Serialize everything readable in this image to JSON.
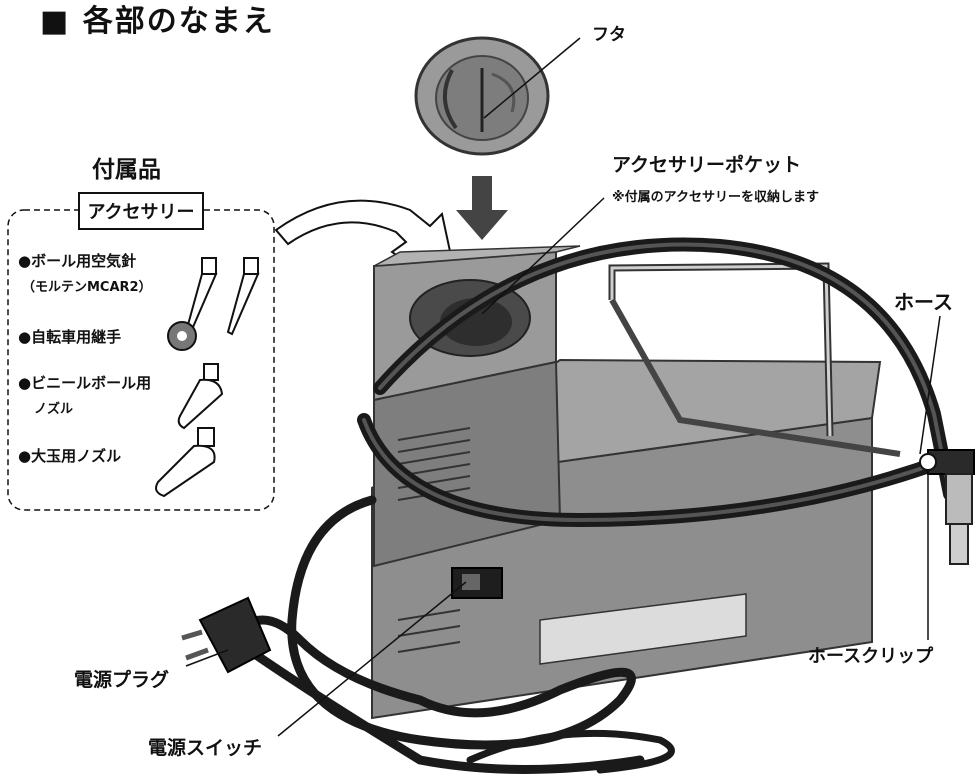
{
  "title": "■ 各部のなまえ",
  "labels": {
    "lid": "フタ",
    "accessories_heading": "付属品",
    "accessories_box_title": "アクセサリー",
    "pocket": "アクセサリーポケット",
    "pocket_note": "※付属のアクセサリーを収納します",
    "hose": "ホース",
    "hose_clip": "ホースクリップ",
    "power_plug": "電源プラグ",
    "power_switch": "電源スイッチ"
  },
  "accessories": [
    {
      "name": "●ボール用空気針",
      "sub": "（モルテンMCAR2）"
    },
    {
      "name": "●自転車用継手"
    },
    {
      "name": "●ビニールボール用",
      "sub": "ノズル"
    },
    {
      "name": "●大玉用ノズル"
    }
  ],
  "icons": [
    "ball-needle-icon",
    "bicycle-adapter-icon",
    "vinyl-ball-nozzle-icon",
    "large-ball-nozzle-icon",
    "down-arrow-icon",
    "curved-arrow-icon"
  ]
}
